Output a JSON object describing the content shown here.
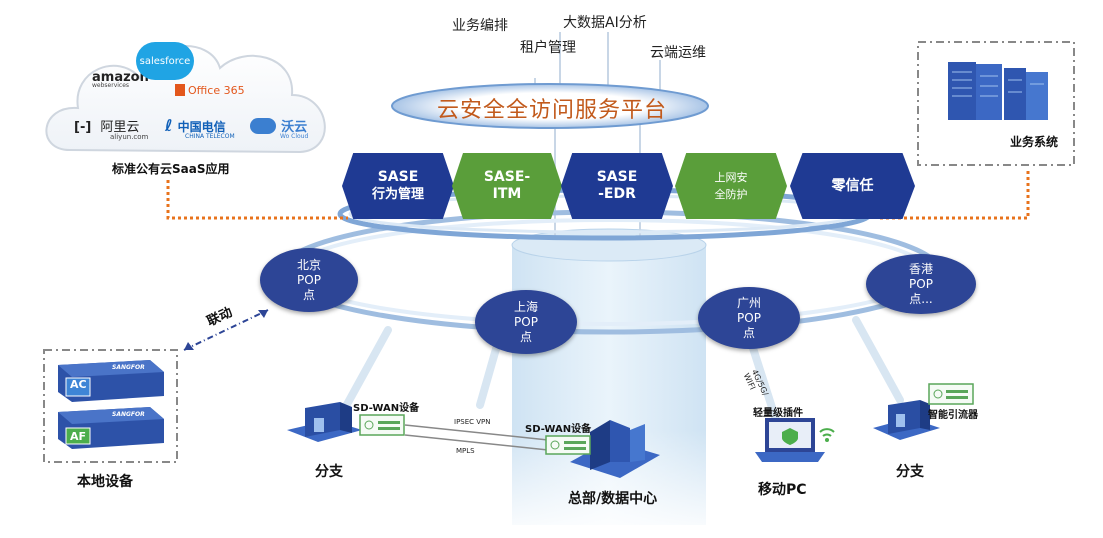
{
  "top_labels": {
    "business_orchestration": "业务编排",
    "bigdata_ai": "大数据AI分析",
    "tenant_mgmt": "租户管理",
    "cloud_ops": "云端运维"
  },
  "platform_title": "云安全全访问服务平台",
  "cloud": {
    "caption": "标准公有云SaaS应用",
    "logos": {
      "amazon": "amazon",
      "amazon_sub": "webservices",
      "salesforce": "salesforce",
      "office365": "Office 365",
      "aliyun": "阿里云",
      "aliyun_sub": "aliyun.com",
      "telecom": "中国电信",
      "telecom_sub": "CHINA TELECOM",
      "wocloud": "沃云",
      "wocloud_sub": "Wo Cloud"
    }
  },
  "business_system": {
    "caption": "业务系统"
  },
  "modules": [
    {
      "line1": "SASE",
      "line2": "行为管理",
      "color": "#1f3a93"
    },
    {
      "line1": "SASE-",
      "line2": "ITM",
      "color": "#5a9e3a"
    },
    {
      "line1": "SASE",
      "line2": "-EDR",
      "color": "#1f3a93"
    },
    {
      "line1": "上网安",
      "line2": "全防护",
      "color": "#5a9e3a"
    },
    {
      "line1": "零信任",
      "line2": "",
      "color": "#1f3a93"
    }
  ],
  "pops": {
    "beijing": {
      "line1": "北京",
      "line2": "POP",
      "line3": "点"
    },
    "shanghai": {
      "line1": "上海",
      "line2": "POP",
      "line3": "点"
    },
    "guangzhou": {
      "line1": "广州",
      "line2": "POP",
      "line3": "点"
    },
    "hongkong": {
      "line1": "香港",
      "line2": "POP",
      "line3": "点..."
    }
  },
  "linkage_label": "联动",
  "local_devices": {
    "caption": "本地设备",
    "ac": "AC",
    "af": "AF",
    "brand": "SANGFOR"
  },
  "branch_left": {
    "caption": "分支",
    "device": "SD-WAN设备"
  },
  "hq": {
    "caption": "总部/数据中心",
    "device": "SD-WAN设备"
  },
  "links": {
    "ipsec": "IPSEC VPN",
    "mpls": "MPLS"
  },
  "mobile": {
    "caption": "移动PC",
    "plugin": "轻量级插件",
    "network": "4G/5G/ WIFI"
  },
  "branch_right": {
    "caption": "分支",
    "device": "智能引流器"
  },
  "colors": {
    "navy": "#1f3a93",
    "green": "#5a9e3a",
    "orange": "#e8731c",
    "pop": "#2d4596",
    "ring": "#7fa6d6"
  }
}
